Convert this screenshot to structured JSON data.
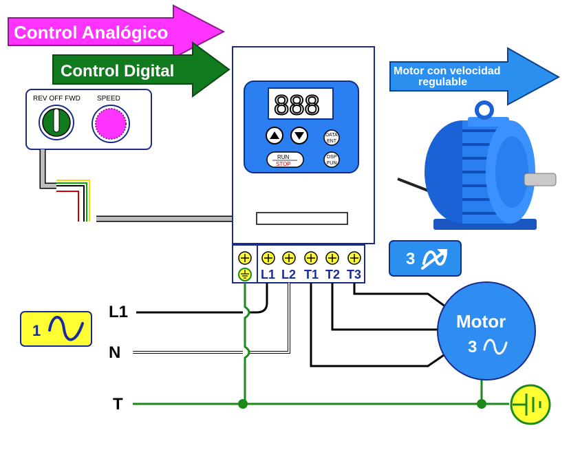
{
  "arrows": {
    "analog": {
      "label": "Control Analógico",
      "color": "#ff33ff"
    },
    "digital": {
      "label": "Control Digital",
      "color": "#117a1f"
    },
    "motor": {
      "label_line1": "Motor con velocidad",
      "label_line2": "regulable",
      "color": "#2b8ff0"
    }
  },
  "panel": {
    "switch_label": "REV OFF FWD",
    "speed_label": "SPEED"
  },
  "drive": {
    "display": "888",
    "up_key": "up-arrow",
    "down_key": "down-arrow",
    "data_key_line1": "DATA",
    "data_key_line2": "ENT",
    "run_key_line1": "RUN",
    "run_key_line2": "STOP",
    "dsp_key_line1": "DSP",
    "dsp_key_line2": "FUN",
    "terminals": [
      "L1",
      "L2",
      "T1",
      "T2",
      "T3"
    ]
  },
  "badges": {
    "three_phase_var": "3",
    "single_phase": "1"
  },
  "motor": {
    "label": "Motor",
    "phase": "3"
  },
  "lines": {
    "l1": "L1",
    "n": "N",
    "t": "T"
  },
  "colors": {
    "drive_blue": "#2b7ff0",
    "yellow": "#ffff33",
    "ground_green": "#1b8a1b",
    "motor_blue": "#2f8df2"
  }
}
